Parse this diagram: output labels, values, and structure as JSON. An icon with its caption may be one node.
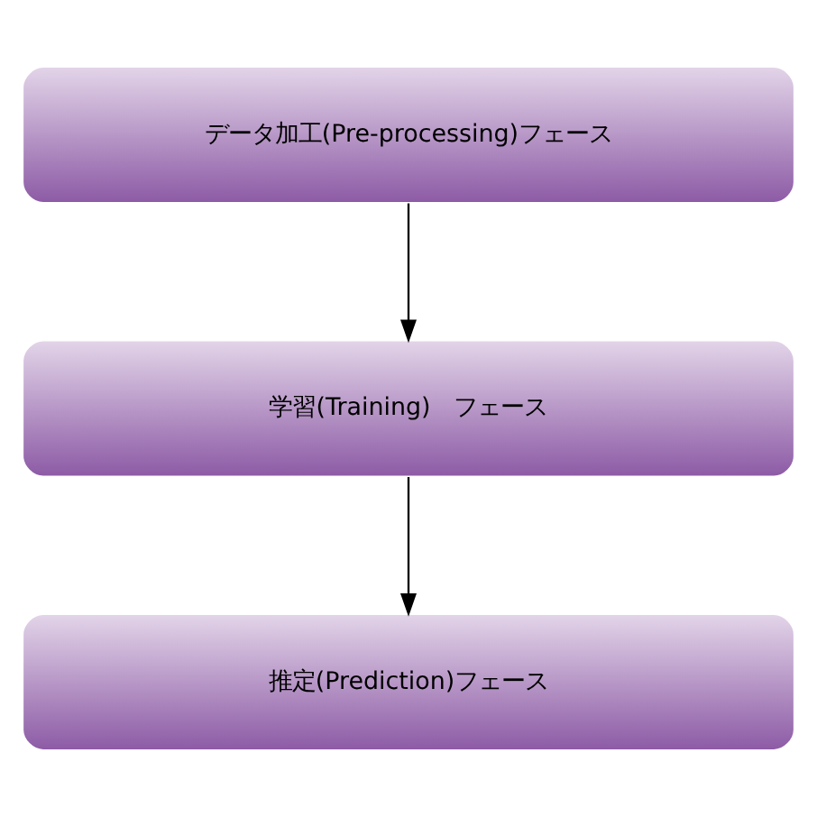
{
  "diagram": {
    "nodes": [
      {
        "text": [
          "データ加工(Pre-processing)フェース"
        ]
      },
      {
        "text": [
          "学習(Training)　フェース"
        ]
      },
      {
        "text": [
          "推定(Prediction)フェース"
        ]
      }
    ],
    "edges": [
      {
        "from": 0,
        "to": 1,
        "arrow": "to"
      },
      {
        "from": 1,
        "to": 2,
        "arrow": "to"
      }
    ]
  }
}
